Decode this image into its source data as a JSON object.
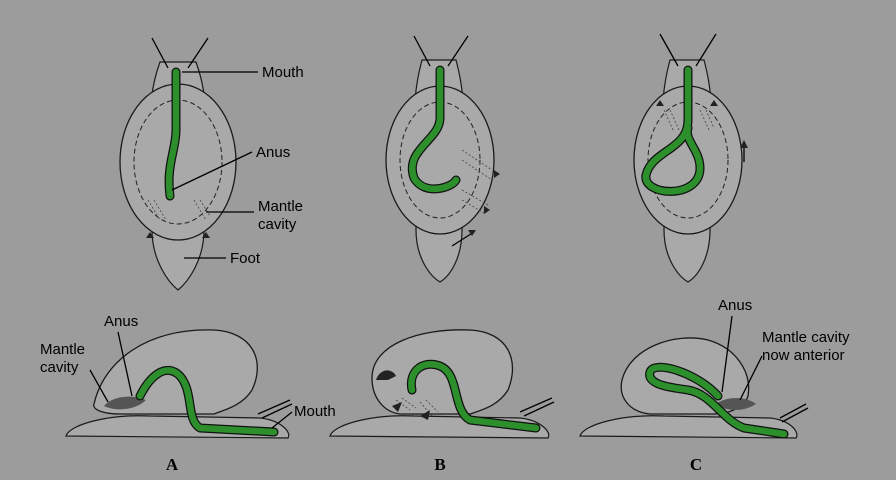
{
  "colors": {
    "background": "#9c9c9c",
    "gut": "#2c8f2c"
  },
  "labels": {
    "mouth_top": "Mouth",
    "anus_top": "Anus",
    "mantle_top_1": "Mantle",
    "mantle_top_2": "cavity",
    "foot": "Foot",
    "anus_a": "Anus",
    "mantle_a_1": "Mantle",
    "mantle_a_2": "cavity",
    "mouth_a": "Mouth",
    "anus_c": "Anus",
    "mantle_c_1": "Mantle cavity",
    "mantle_c_2": "now anterior"
  },
  "panels": [
    "A",
    "B",
    "C"
  ]
}
